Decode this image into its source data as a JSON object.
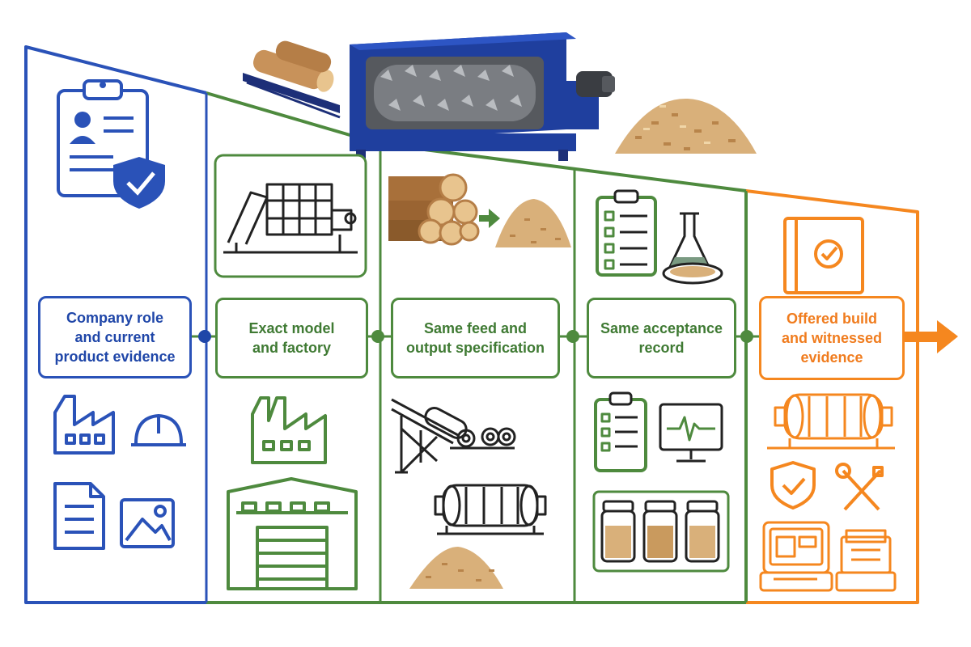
{
  "stages": [
    {
      "id": "company",
      "label": "Company role\nand current\nproduct evidence"
    },
    {
      "id": "model",
      "label": "Exact model\nand factory"
    },
    {
      "id": "spec",
      "label": "Same feed and\noutput specification"
    },
    {
      "id": "acceptance",
      "label": "Same acceptance\nrecord"
    },
    {
      "id": "offered",
      "label": "Offered build\nand witnessed\nevidence"
    }
  ],
  "colors": {
    "blue": "#2a52b8",
    "green": "#4e8a3e",
    "orange": "#f5871f",
    "machine_blue": "#1f3f9e",
    "wood_light": "#d9b07a",
    "wood_dark": "#8a5a2b"
  },
  "icons": [
    "clipboard-profile-icon",
    "shield-check-icon",
    "factory-icon",
    "hard-hat-icon",
    "document-icon",
    "image-icon",
    "shredder-machine-icon",
    "factory-building-icon",
    "warehouse-icon",
    "logs-icon",
    "arrow-right-icon",
    "wood-chips-icon",
    "conveyor-icon",
    "rotor-drum-icon",
    "checklist-icon",
    "flask-icon",
    "petri-dish-icon",
    "monitor-waveform-icon",
    "sample-jars-icon",
    "binder-check-icon",
    "shield-check-icon",
    "wrench-screwdriver-icon",
    "tool-case-icon",
    "document-tray-icon"
  ]
}
